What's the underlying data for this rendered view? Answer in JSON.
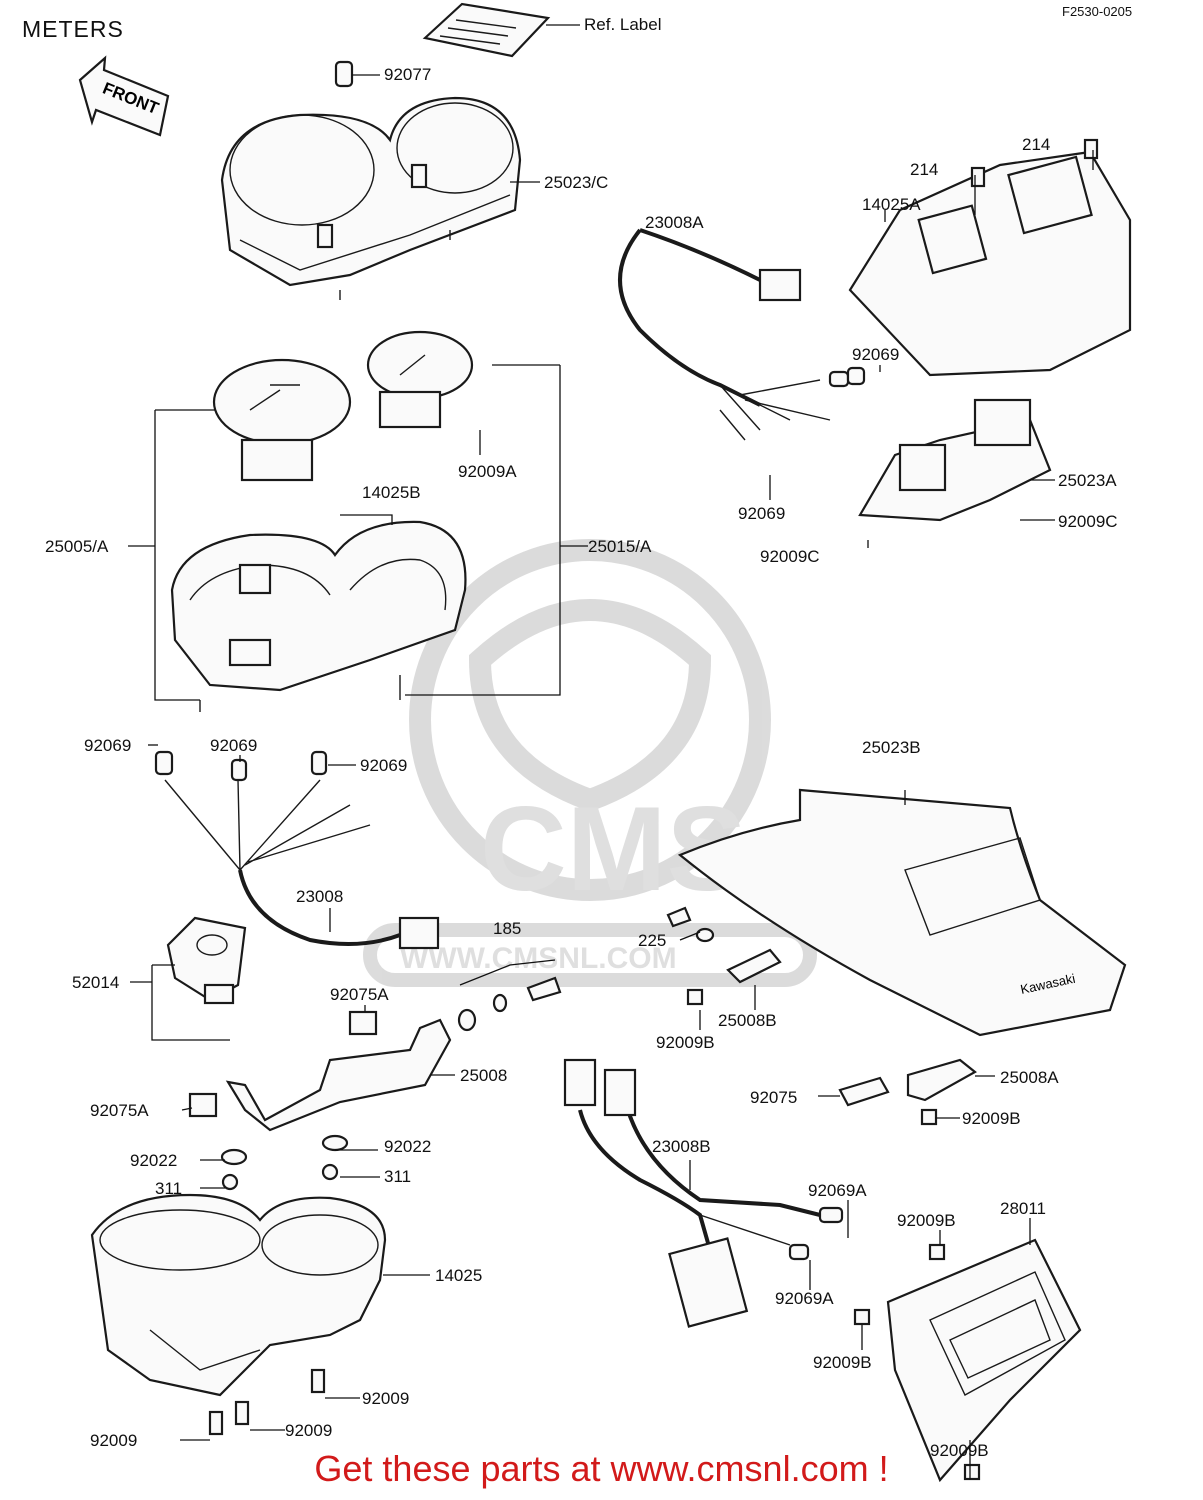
{
  "title": "METERS",
  "diagram_code": "F2530-0205",
  "front_marker": "FRONT",
  "footer": "Get these parts at www.cmsnl.com !",
  "watermark": "CMS",
  "watermark_url": "WWW.CMSNL.COM",
  "labels": {
    "ref_label": "Ref. Label",
    "p92077": "92077",
    "p25023c": "25023/C",
    "p23008a": "23008A",
    "p214_left": "214",
    "p214_right": "214",
    "p14025a": "14025A",
    "p92069_r1": "92069",
    "p92009a": "92009A",
    "p92069_r2": "92069",
    "p25023a": "25023A",
    "p92009c_r": "92009C",
    "p92009c_l": "92009C",
    "p14025b": "14025B",
    "p25005a": "25005/A",
    "p25015a": "25015/A",
    "p92069_l1": "92069",
    "p92069_l2": "92069",
    "p92069_l3": "92069",
    "p25023b": "25023B",
    "p23008": "23008",
    "p185": "185",
    "p225": "225",
    "p52014": "52014",
    "p92075a_top": "92075A",
    "p92009b_m": "92009B",
    "p25008b": "25008B",
    "p25008": "25008",
    "p92075": "92075",
    "p25008a": "25008A",
    "p92009b_r": "92009B",
    "p92075a_l": "92075A",
    "p92022_r": "92022",
    "p92022_l": "92022",
    "p311_l": "311",
    "p311_r": "311",
    "p23008b": "23008B",
    "p92069a_top": "92069A",
    "p92069a_bot": "92069A",
    "p92009b_top": "92009B",
    "p28011": "28011",
    "p14025": "14025",
    "p92009b_mid": "92009B",
    "p92009_a": "92009",
    "p92009_b": "92009",
    "p92009_c": "92009",
    "p92009b_bot": "92009B",
    "kawasaki": "Kawasaki"
  }
}
